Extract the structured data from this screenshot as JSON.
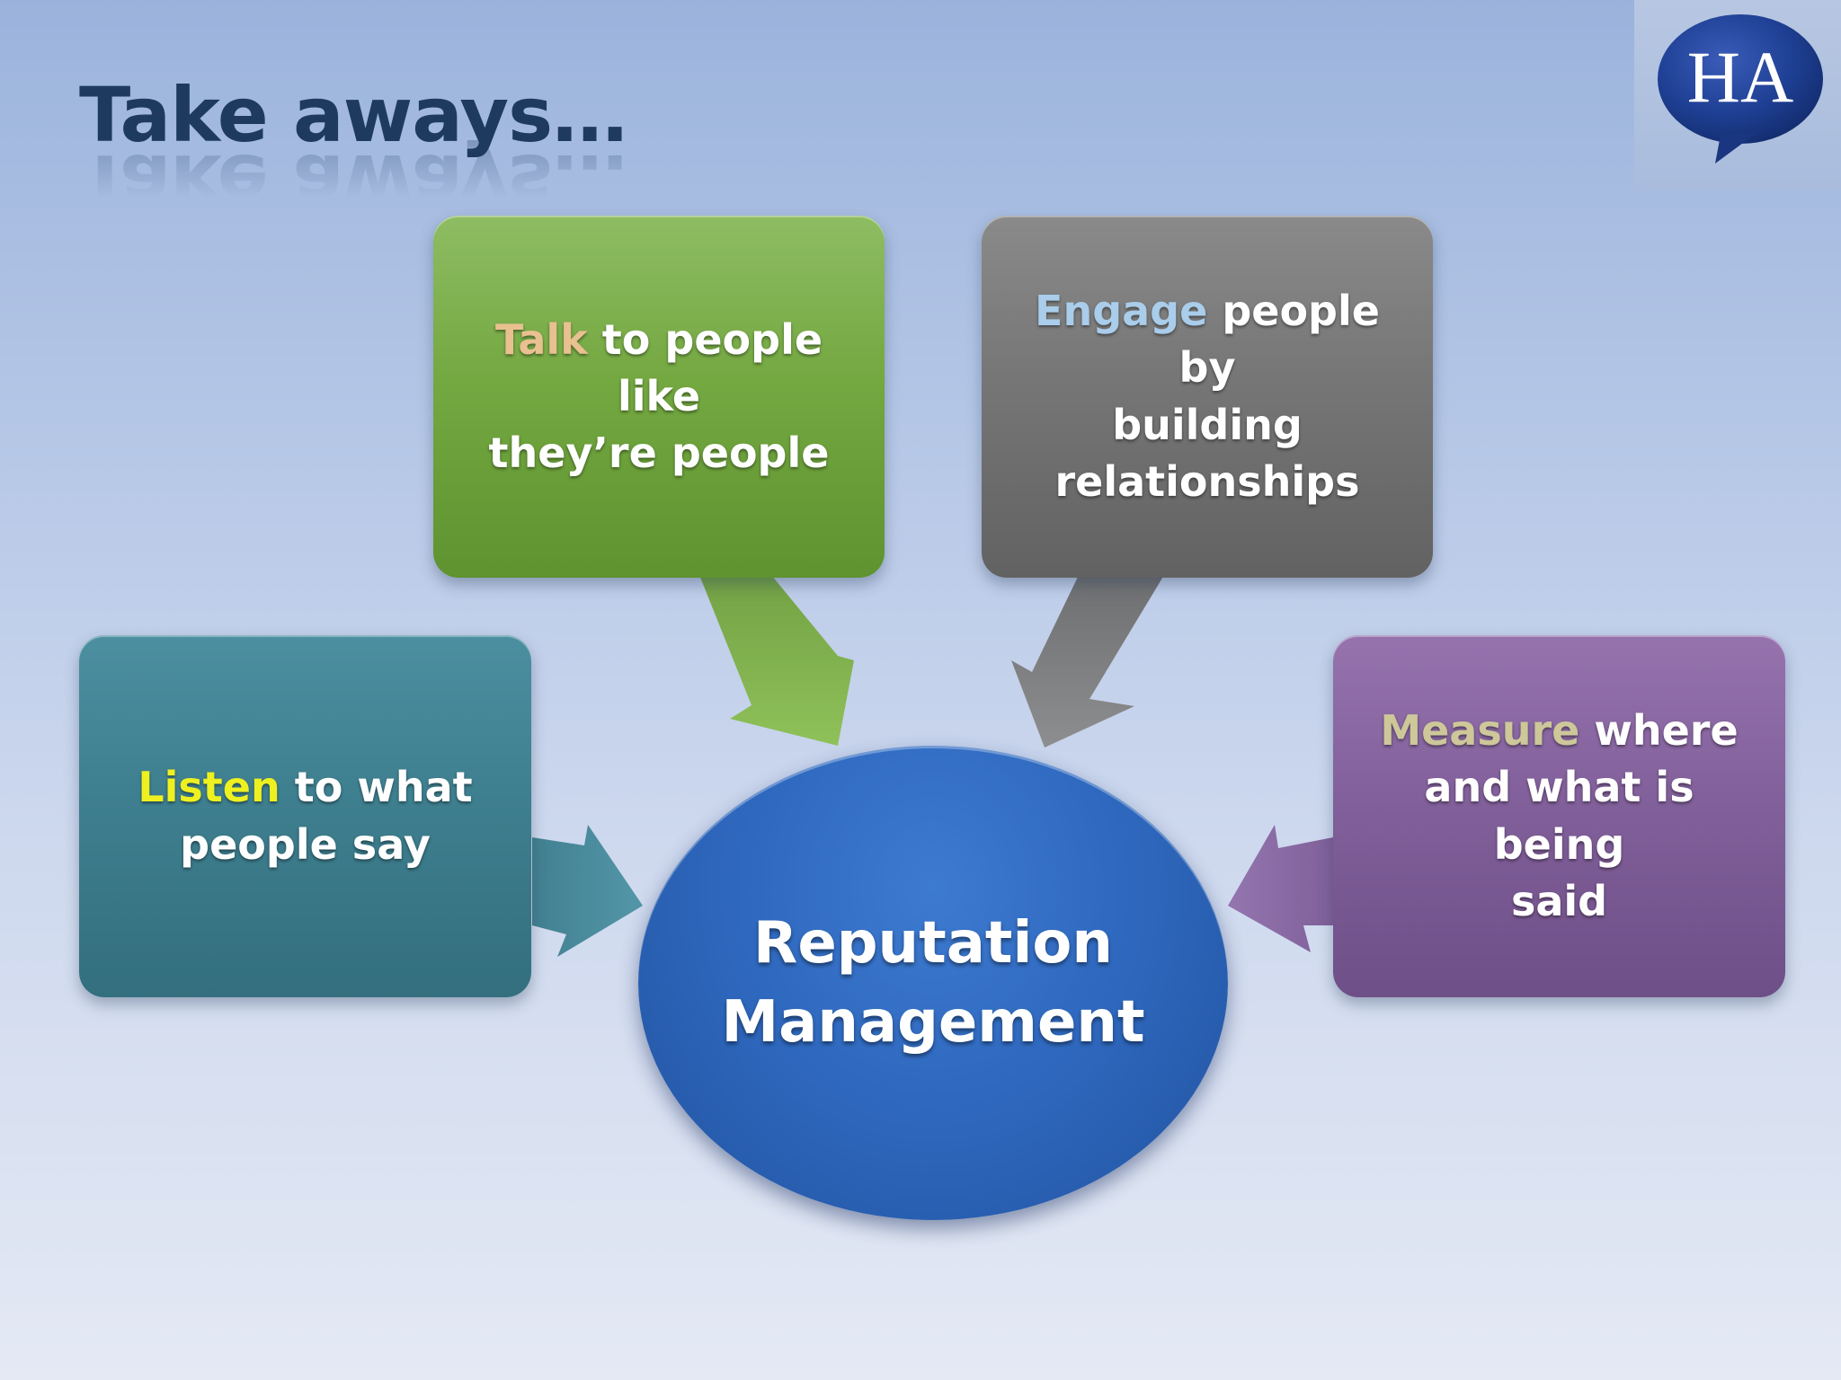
{
  "slide": {
    "title": "Take aways…",
    "logo_text": "HA"
  },
  "center": {
    "line1": "Reputation",
    "line2": "Management"
  },
  "boxes": {
    "talk": {
      "highlight": "Talk",
      "rest_line1": " to people like",
      "line2": "they’re people"
    },
    "engage": {
      "highlight": "Engage",
      "rest_line1": " people by",
      "line2": "building",
      "line3": "relationships"
    },
    "listen": {
      "highlight": "Listen",
      "rest_line1": " to what",
      "line2": "people say"
    },
    "measure": {
      "highlight": "Measure",
      "rest_line1": " where",
      "line2": "and what is being",
      "line3": "said"
    }
  },
  "colors": {
    "title": "#1f3a5f",
    "green_box": "#74a841",
    "gray_box": "#767676",
    "teal_box": "#3e7f8f",
    "purple_box": "#82609b",
    "center_ellipse": "#2f69bf",
    "logo_bubble": "#1e3f93",
    "highlight_talk": "#e9c08f",
    "highlight_engage": "#a9cdea",
    "highlight_listen": "#eef020",
    "highlight_measure": "#cdc79a"
  }
}
